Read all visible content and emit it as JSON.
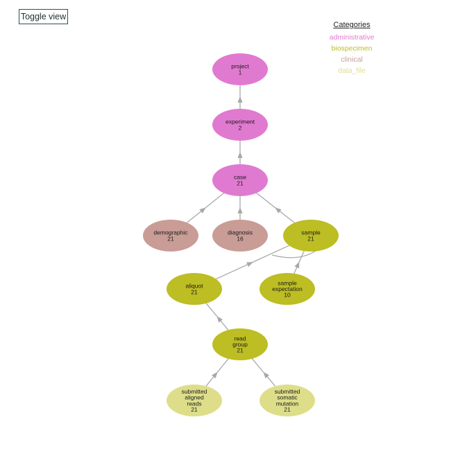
{
  "toggle_label": "Toggle view",
  "legend": {
    "title": "Categories",
    "items": [
      {
        "label": "administrative",
        "color": "#e07ad0"
      },
      {
        "label": "biospecimen",
        "color": "#bdbd24"
      },
      {
        "label": "clinical",
        "color": "#c99c96"
      },
      {
        "label": "data_file",
        "color": "#dede8a"
      }
    ]
  },
  "nodes": [
    {
      "id": "project",
      "lines": [
        "project",
        "1"
      ],
      "category": "administrative"
    },
    {
      "id": "experiment",
      "lines": [
        "experiment",
        "2"
      ],
      "category": "administrative"
    },
    {
      "id": "case",
      "lines": [
        "case",
        "21"
      ],
      "category": "administrative"
    },
    {
      "id": "demographic",
      "lines": [
        "demographic",
        "21"
      ],
      "category": "clinical"
    },
    {
      "id": "diagnosis",
      "lines": [
        "diagnosis",
        "16"
      ],
      "category": "clinical"
    },
    {
      "id": "sample",
      "lines": [
        "sample",
        "21"
      ],
      "category": "biospecimen"
    },
    {
      "id": "aliquot",
      "lines": [
        "aliquot",
        "21"
      ],
      "category": "biospecimen"
    },
    {
      "id": "sample_expectation",
      "lines": [
        "sample",
        "expectation",
        "10"
      ],
      "category": "biospecimen"
    },
    {
      "id": "read_group",
      "lines": [
        "read",
        "group",
        "21"
      ],
      "category": "biospecimen"
    },
    {
      "id": "submitted_aligned_reads",
      "lines": [
        "submitted",
        "aligned",
        "reads",
        "21"
      ],
      "category": "data_file"
    },
    {
      "id": "submitted_somatic_mutation",
      "lines": [
        "submitted",
        "somatic",
        "mutation",
        "21"
      ],
      "category": "data_file"
    }
  ],
  "edges": [
    {
      "from": "experiment",
      "to": "project"
    },
    {
      "from": "case",
      "to": "experiment"
    },
    {
      "from": "demographic",
      "to": "case"
    },
    {
      "from": "diagnosis",
      "to": "case"
    },
    {
      "from": "sample",
      "to": "case"
    },
    {
      "from": "sample",
      "to": "diagnosis"
    },
    {
      "from": "aliquot",
      "to": "sample"
    },
    {
      "from": "sample_expectation",
      "to": "sample"
    },
    {
      "from": "read_group",
      "to": "aliquot"
    },
    {
      "from": "submitted_aligned_reads",
      "to": "read_group"
    },
    {
      "from": "submitted_somatic_mutation",
      "to": "read_group"
    }
  ]
}
